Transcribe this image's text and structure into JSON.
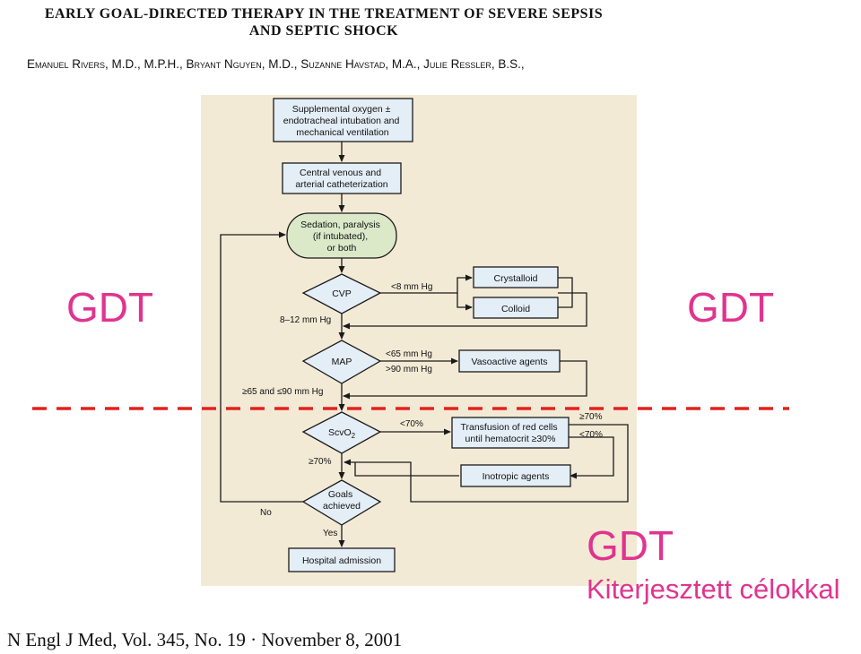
{
  "header": {
    "title_line1": "EARLY GOAL-DIRECTED THERAPY IN THE TREATMENT OF SEVERE SEPSIS",
    "title_line2": "AND SEPTIC SHOCK",
    "authors": "Emanuel Rivers, M.D., M.P.H., Bryant Nguyen, M.D., Suzanne Havstad, M.A., Julie Ressler, B.S.,"
  },
  "flowchart": {
    "oxygen_lines": [
      "Supplemental oxygen ±",
      "endotracheal intubation and",
      "mechanical ventilation"
    ],
    "catheter_lines": [
      "Central venous and",
      "arterial catheterization"
    ],
    "sedation_lines": [
      "Sedation, paralysis",
      "(if intubated),",
      "or both"
    ],
    "cvp": "CVP",
    "cvp_low": "<8 mm Hg",
    "crystalloid": "Crystalloid",
    "colloid": "Colloid",
    "cvp_ok": "8–12 mm Hg",
    "map": "MAP",
    "map_low": "<65 mm Hg",
    "map_high": ">90 mm Hg",
    "vasoactive": "Vasoactive agents",
    "map_ok": "≥65 and ≤90 mm Hg",
    "scvo2_main": "ScvO",
    "scvo2_sub": "2",
    "scvo2_low": "<70%",
    "transfusion_lines": [
      "Transfusion of red cells",
      "until hematocrit ≥30%"
    ],
    "transfusion_ok": "≥70%",
    "transfusion_low": "<70%",
    "scvo2_ok": "≥70%",
    "inotropic": "Inotropic agents",
    "goals_lines": [
      "Goals",
      "achieved"
    ],
    "no": "No",
    "yes": "Yes",
    "admission": "Hospital admission"
  },
  "overlay": {
    "gdt_left": "GDT",
    "gdt_right": "GDT",
    "gdt_bottom": "GDT",
    "gdt_bottom_sub": "Kiterjesztett célokkal"
  },
  "footer": {
    "citation": "N Engl J Med, Vol. 345, No. 19 · November 8, 2001"
  },
  "colors": {
    "panel": "#f3ead6",
    "box_fill": "#e4eef7",
    "oval_fill": "#dbe9c9",
    "line": "#1a1a1a",
    "gdt_pink": "#e0348e",
    "dashed_red": "#e3211c"
  }
}
